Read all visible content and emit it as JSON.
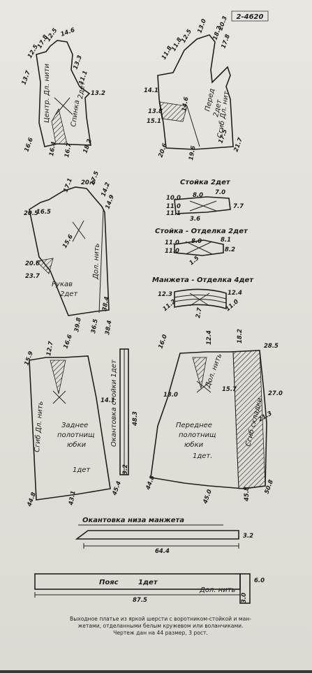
{
  "sheet_code": "2-4620",
  "pieces": {
    "back": {
      "name": "Спинка 2дет",
      "labels": [
        "Центр. Дл. нити",
        "Спинка",
        "2дет"
      ],
      "dims": [
        "13.7",
        "12.5",
        "17.8",
        "12.5",
        "14.6",
        "13.3",
        "11.1",
        "13.2",
        "16.6",
        "16.4",
        "16.7",
        "18.2"
      ]
    },
    "front": {
      "name": "Перед 2дет",
      "labels": [
        "Перед",
        "2дет",
        "Сгиб Дл. нит"
      ],
      "dims": [
        "11.8",
        "11.8",
        "12.5",
        "13.0",
        "20.3",
        "14.1",
        "13.8",
        "15.1",
        "14.6",
        "18.2",
        "17.8",
        "20.6",
        "19.6",
        "17.5",
        "21.7"
      ]
    },
    "sleeve": {
      "name": "Рукав 2дет",
      "labels": [
        "Рукав",
        "2дет",
        "Дол. нить"
      ],
      "dims": [
        "17.1",
        "20.6",
        "17.5",
        "14.2",
        "14.9",
        "16.5",
        "20.5",
        "15.6",
        "20.6",
        "23.7",
        "39.8",
        "36.5",
        "38.4",
        "38.4"
      ]
    },
    "collar": {
      "name": "Стойка 2дет",
      "dims": [
        "10.0",
        "8.0",
        "7.0",
        "11.0",
        "11.1",
        "3.6",
        "7.7"
      ]
    },
    "collar_trim": {
      "name": "Стойка - Отделка 2дет",
      "dims": [
        "11.0",
        "8.0",
        "8.1",
        "11.0",
        "8.2",
        "1.5"
      ]
    },
    "cuff_trim": {
      "name": "Манжета - Отделка 4дет",
      "dims": [
        "12.3",
        "12.4",
        "11.2",
        "2.7",
        "11.0"
      ]
    },
    "back_skirt": {
      "name": "Заднее полотнище юбки 1дет",
      "labels": [
        "Заднее",
        "полотнищ",
        "юбки",
        "1дет",
        "Сгиб Дл. нить"
      ],
      "dims": [
        "15.9",
        "12.7",
        "16.6",
        "14.1",
        "44.8",
        "43.1",
        "45.4"
      ]
    },
    "collar_binding": {
      "name": "Окантовка стойки 1дет",
      "dims": [
        "48.3",
        "3.2"
      ]
    },
    "front_skirt": {
      "name": "Переднее полотнище юбки 1дет",
      "labels": [
        "Переднее",
        "полотнищ",
        "юбки",
        "1дет.",
        "Дол. нить",
        "Сгиб складки"
      ],
      "dims": [
        "16.0",
        "12.4",
        "18.2",
        "28.5",
        "13.0",
        "15.7",
        "27.0",
        "21.3",
        "44.8",
        "45.0",
        "45.8",
        "50.8"
      ]
    },
    "cuff_binding": {
      "name": "Окантовка низа манжета",
      "dims": [
        "3.2",
        "64.4"
      ]
    },
    "belt": {
      "name": "Пояс 1дет",
      "labels": [
        "Пояс",
        "1дет",
        "Дол. нить"
      ],
      "dims": [
        "6.0",
        "87.5",
        "3.0"
      ]
    }
  },
  "caption": [
    "Выходное платье из яркой шерсти с воротником-стойкой и ман-",
    "жетами, отделанными белым кружевом или воланчиками.",
    "Чертеж дан на 44 размер, 3 рост."
  ]
}
